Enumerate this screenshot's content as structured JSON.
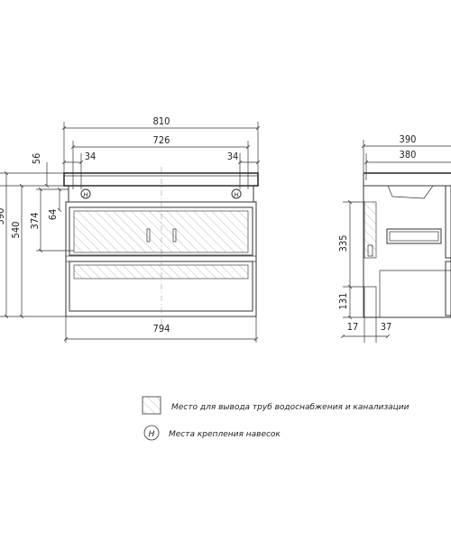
{
  "front_view": {
    "dims": {
      "total_width": "810",
      "inner_width": "726",
      "left_offset": "34",
      "right_offset": "34",
      "bottom_width": "794",
      "top_thickness": "56",
      "total_height": "590",
      "body_height": "540",
      "drawer_height": "374",
      "hole_height": "64"
    },
    "hanger_mark": "H"
  },
  "side_view": {
    "dims": {
      "depth": "390",
      "inner_depth": "380",
      "upper_zone": "335",
      "lower_zone": "131",
      "zone_left": "17",
      "zone_width": "37"
    }
  },
  "legend": {
    "pipes_text": "Место для вывода труб водоснабжения и канализации",
    "hanger_symbol": "H",
    "hanger_text": "Места крепления навесок"
  }
}
